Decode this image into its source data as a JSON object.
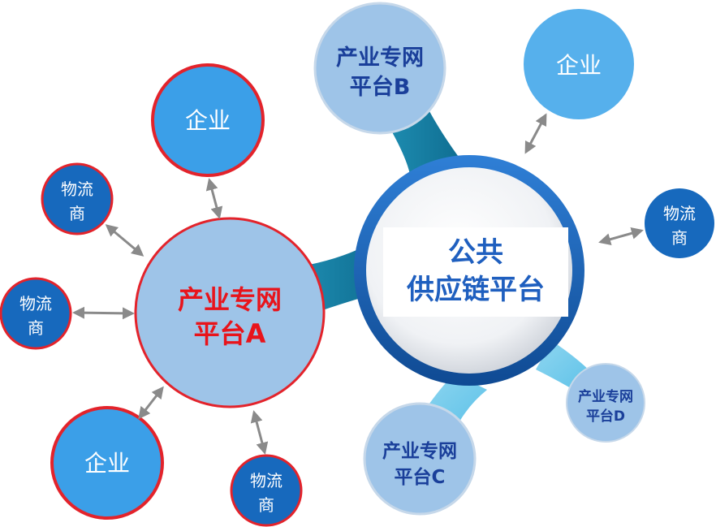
{
  "hub": {
    "line1": "公共",
    "line2": "供应链平台"
  },
  "platform_a": {
    "line1": "产业专网",
    "line2": "平台A"
  },
  "platform_b": {
    "line1": "产业专网",
    "line2": "平台B"
  },
  "platform_c": {
    "line1": "产业专网",
    "line2": "平台C"
  },
  "platform_d": {
    "line1": "产业专网",
    "line2": "平台D"
  },
  "enterprise_top_a": {
    "label": "企业"
  },
  "enterprise_bottom_a": {
    "label": "企业"
  },
  "enterprise_right": {
    "label": "企业"
  },
  "logistics_a_top": {
    "line1": "物流",
    "line2": "商"
  },
  "logistics_a_left": {
    "line1": "物流",
    "line2": "商"
  },
  "logistics_a_bottom": {
    "line1": "物流",
    "line2": "商"
  },
  "logistics_right": {
    "line1": "物流",
    "line2": "商"
  },
  "colors": {
    "red_text": "#e8141b",
    "blue_text": "#1a3f9a",
    "hub_text": "#1f5fbf",
    "light_blue_fill": "#9ec4e8",
    "sky_blue_fill": "#3b9fe8",
    "dark_blue_fill": "#1769bd",
    "red_ring": "#e3232b"
  }
}
